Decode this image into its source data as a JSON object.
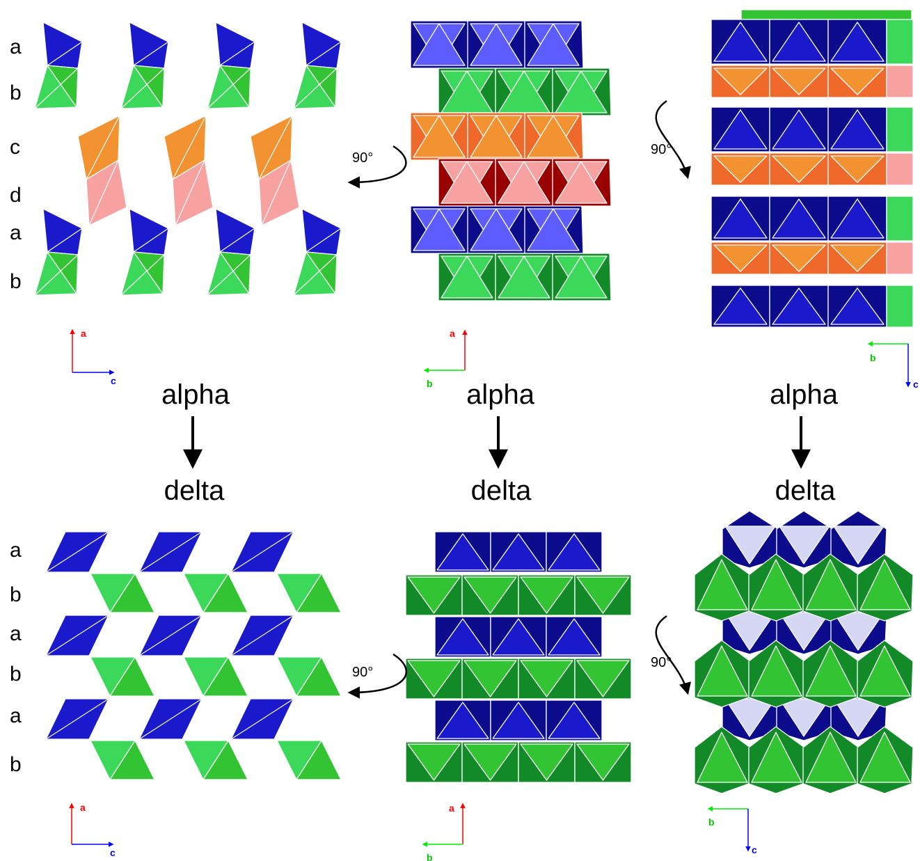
{
  "colors": {
    "blue": "#1a1acc",
    "blue_dark": "#0b0b8c",
    "blue_light": "#5d5dff",
    "pale": "#d6d6f5",
    "green": "#33c433",
    "green_dark": "#128a28",
    "green_light": "#3cd85a",
    "orange": "#f39230",
    "orange_dark": "#ef6a2a",
    "pink": "#f7a1a1",
    "maroon": "#990000",
    "axis_a": "#ff0000",
    "axis_b": "#00ee00",
    "axis_c": "#0000ff",
    "edge": "#ffffff"
  },
  "panels": {
    "alpha_ac": {
      "stacking": [
        "a",
        "b",
        "c",
        "d",
        "a",
        "b"
      ],
      "axes": {
        "up": "a",
        "right": "c"
      }
    },
    "alpha_ab": {
      "axes": {
        "up": "a",
        "left": "b"
      },
      "rotation": "90°"
    },
    "alpha_bc": {
      "axes": {
        "left": "b",
        "down": "c"
      },
      "rotation": "90°"
    },
    "delta_ac": {
      "stacking": [
        "a",
        "b",
        "a",
        "b",
        "a",
        "b"
      ],
      "axes": {
        "up": "a",
        "right": "c"
      }
    },
    "delta_ab": {
      "axes": {
        "up": "a",
        "left": "b"
      },
      "rotation": "90°"
    },
    "delta_bc": {
      "axes": {
        "left": "b",
        "down": "c"
      },
      "rotation": "90°"
    }
  },
  "transitions": [
    {
      "from": "alpha",
      "to": "delta"
    },
    {
      "from": "alpha",
      "to": "delta"
    },
    {
      "from": "alpha",
      "to": "delta"
    }
  ]
}
